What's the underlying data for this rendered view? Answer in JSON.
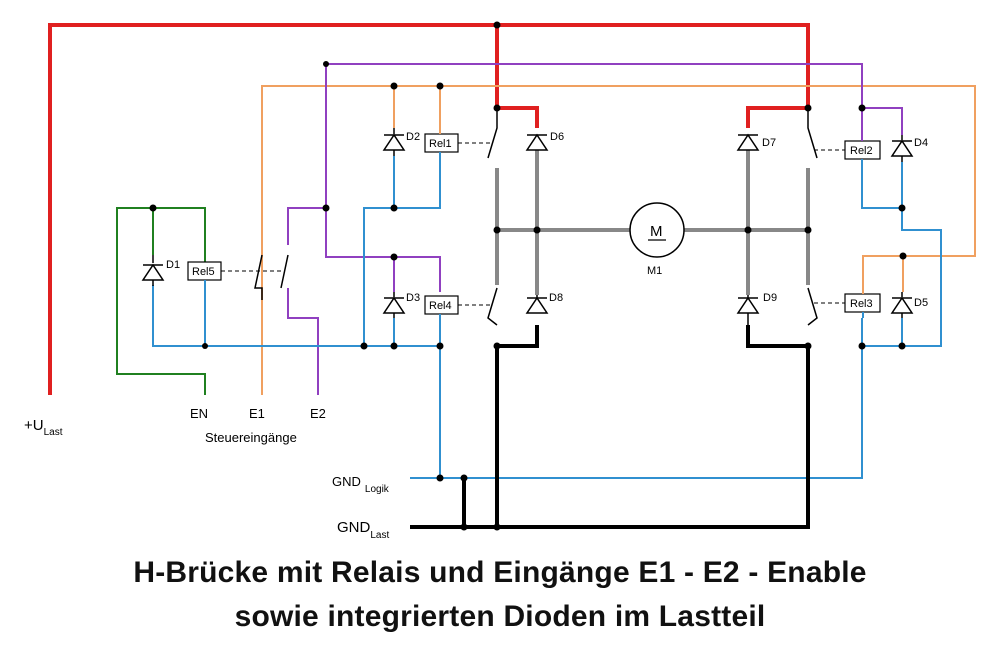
{
  "title": {
    "line1": "H-Brücke mit Relais und Eingänge E1 - E2 - Enable",
    "line2": "sowie integrierten Dioden im Lastteil"
  },
  "labels": {
    "supply_prefix": "+U",
    "supply_sub": "Last",
    "gnd_logik_main": "GND",
    "gnd_logik_sub": "Logik",
    "gnd_last_main": "GND",
    "gnd_last_sub": "Last",
    "input_en": "EN",
    "input_e1": "E1",
    "input_e2": "E2",
    "inputs_caption": "Steuereingänge",
    "motor_symbol": "M",
    "motor_name": "M1",
    "d1": "D1",
    "d2": "D2",
    "d3": "D3",
    "d4": "D4",
    "d5": "D5",
    "d6": "D6",
    "d7": "D7",
    "d8": "D8",
    "d9": "D9",
    "rel1": "Rel1",
    "rel2": "Rel2",
    "rel3": "Rel3",
    "rel4": "Rel4",
    "rel5": "Rel5"
  },
  "colors": {
    "supply": "#e02020",
    "e1": "#f0a060",
    "e2": "#9040c0",
    "enable": "#208020",
    "logic_gnd": "#3090d0",
    "load_gnd": "#000000",
    "bridge": "#888888"
  }
}
